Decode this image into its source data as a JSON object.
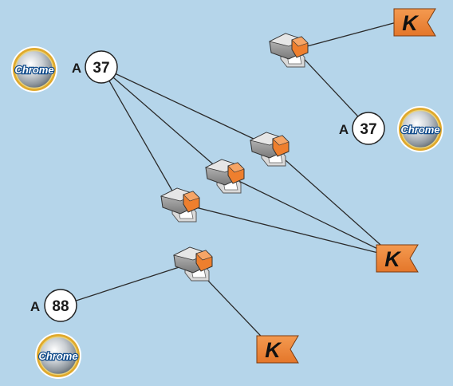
{
  "colors": {
    "background": "#b5d5ea",
    "flag": "#f08a3c",
    "device_accent": "#ee7f2e",
    "device_body": "#9a9a9a",
    "badge_ring": "#e0a92c"
  },
  "icons": {
    "badge": "chrome-badge-icon",
    "device": "connector-device-icon",
    "flag": "k-flag-icon"
  },
  "nodes": [
    {
      "id": "node-a37-top-left",
      "prefix": "A",
      "number": "37",
      "badge_text": "Chrome"
    },
    {
      "id": "node-a37-right",
      "prefix": "A",
      "number": "37",
      "badge_text": "Chrome"
    },
    {
      "id": "node-a88-bottom-left",
      "prefix": "A",
      "number": "88",
      "badge_text": "Chrome"
    }
  ],
  "flags": [
    {
      "id": "flag-top-right",
      "letter": "K"
    },
    {
      "id": "flag-mid-right",
      "letter": "K"
    },
    {
      "id": "flag-bottom",
      "letter": "K"
    }
  ]
}
